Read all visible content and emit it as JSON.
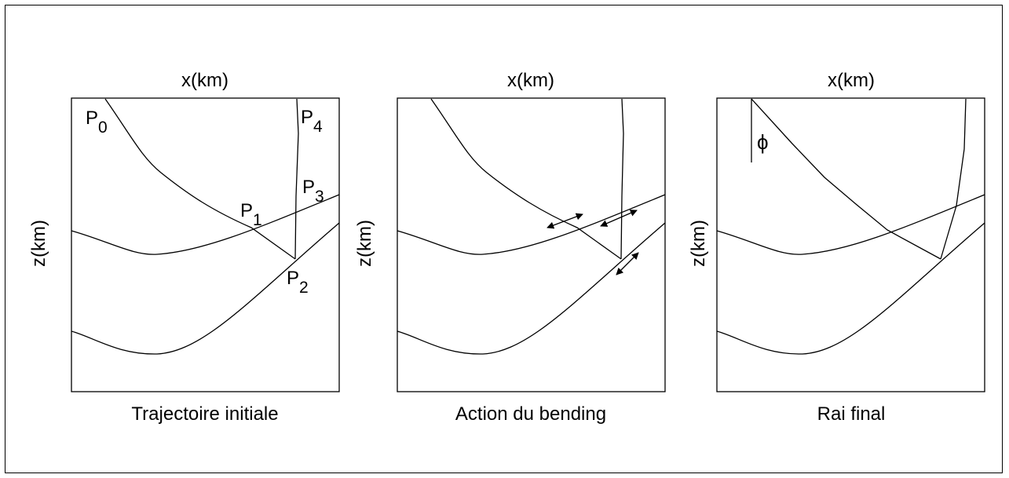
{
  "panels": [
    {
      "axis_x_label": "x(km)",
      "axis_z_label": "z(km)",
      "caption": "Trajectoire initiale",
      "points": [
        {
          "base": "P",
          "sub": "0"
        },
        {
          "base": "P",
          "sub": "1"
        },
        {
          "base": "P",
          "sub": "2"
        },
        {
          "base": "P",
          "sub": "3"
        },
        {
          "base": "P",
          "sub": "4"
        }
      ]
    },
    {
      "axis_x_label": "x(km)",
      "axis_z_label": "z(km)",
      "caption": "Action du bending"
    },
    {
      "axis_x_label": "x(km)",
      "axis_z_label": "z(km)",
      "caption": "Rai final",
      "angle_symbol": "ϕ"
    }
  ]
}
